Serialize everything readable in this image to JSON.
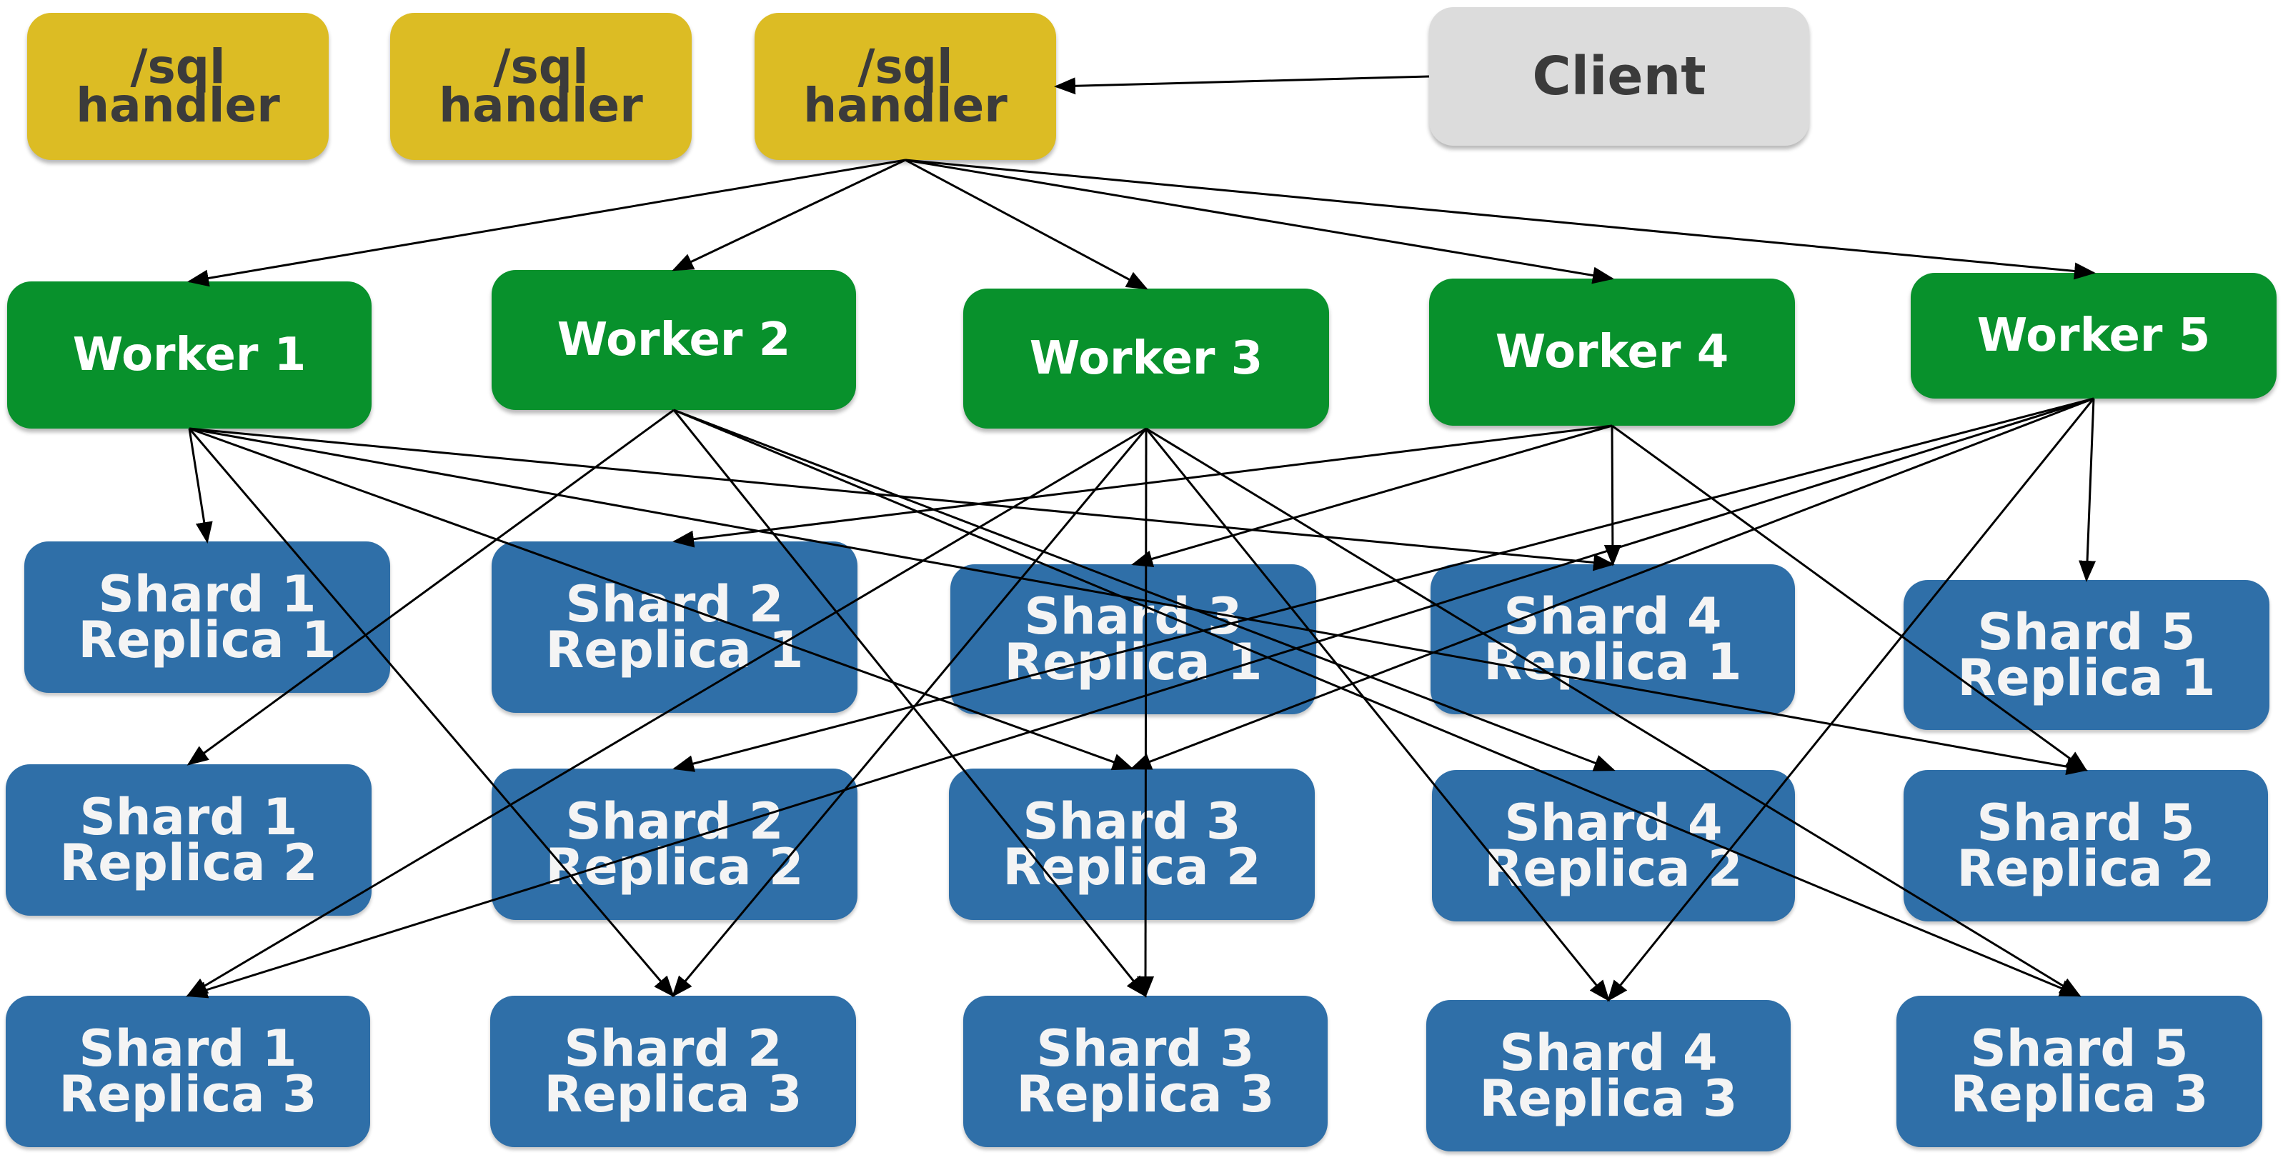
{
  "handlers": [
    {
      "id": "h1",
      "label": "/sql\nhandler"
    },
    {
      "id": "h2",
      "label": "/sql\nhandler"
    },
    {
      "id": "h3",
      "label": "/sql\nhandler"
    }
  ],
  "client": {
    "id": "client",
    "label": "Client"
  },
  "workers": [
    {
      "id": "w1",
      "label": "Worker 1"
    },
    {
      "id": "w2",
      "label": "Worker 2"
    },
    {
      "id": "w3",
      "label": "Worker 3"
    },
    {
      "id": "w4",
      "label": "Worker 4"
    },
    {
      "id": "w5",
      "label": "Worker 5"
    }
  ],
  "shards": [
    {
      "id": "s1r1",
      "label": "Shard 1\nReplica 1"
    },
    {
      "id": "s2r1",
      "label": "Shard 2\nReplica 1"
    },
    {
      "id": "s3r1",
      "label": "Shard 3\nReplica 1"
    },
    {
      "id": "s4r1",
      "label": "Shard 4\nReplica 1"
    },
    {
      "id": "s5r1",
      "label": "Shard 5\nReplica 1"
    },
    {
      "id": "s1r2",
      "label": "Shard 1\nReplica 2"
    },
    {
      "id": "s2r2",
      "label": "Shard 2\nReplica 2"
    },
    {
      "id": "s3r2",
      "label": "Shard 3\nReplica 2"
    },
    {
      "id": "s4r2",
      "label": "Shard 4\nReplica 2"
    },
    {
      "id": "s5r2",
      "label": "Shard 5\nReplica 2"
    },
    {
      "id": "s1r3",
      "label": "Shard 1\nReplica 3"
    },
    {
      "id": "s2r3",
      "label": "Shard 2\nReplica 3"
    },
    {
      "id": "s3r3",
      "label": "Shard 3\nReplica 3"
    },
    {
      "id": "s4r3",
      "label": "Shard 4\nReplica 3"
    },
    {
      "id": "s5r3",
      "label": "Shard 5\nReplica 3"
    }
  ],
  "edges": [
    {
      "from": "client",
      "to": "h3"
    },
    {
      "from": "h3",
      "to": "w1"
    },
    {
      "from": "h3",
      "to": "w2"
    },
    {
      "from": "h3",
      "to": "w3"
    },
    {
      "from": "h3",
      "to": "w4"
    },
    {
      "from": "h3",
      "to": "w5"
    },
    {
      "from": "w1",
      "to": "s1r1"
    },
    {
      "from": "w1",
      "to": "s2r3"
    },
    {
      "from": "w1",
      "to": "s3r2"
    },
    {
      "from": "w1",
      "to": "s4r1"
    },
    {
      "from": "w1",
      "to": "s5r2"
    },
    {
      "from": "w2",
      "to": "s1r2"
    },
    {
      "from": "w2",
      "to": "s3r3"
    },
    {
      "from": "w2",
      "to": "s4r2"
    },
    {
      "from": "w2",
      "to": "s5r3"
    },
    {
      "from": "w3",
      "to": "s1r3"
    },
    {
      "from": "w3",
      "to": "s2r3"
    },
    {
      "from": "w3",
      "to": "s3r3"
    },
    {
      "from": "w3",
      "to": "s4r3"
    },
    {
      "from": "w3",
      "to": "s5r3"
    },
    {
      "from": "w4",
      "to": "s2r1"
    },
    {
      "from": "w4",
      "to": "s3r1"
    },
    {
      "from": "w4",
      "to": "s4r1"
    },
    {
      "from": "w4",
      "to": "s5r2"
    },
    {
      "from": "w5",
      "to": "s5r1"
    },
    {
      "from": "w5",
      "to": "s4r3"
    },
    {
      "from": "w5",
      "to": "s3r2"
    },
    {
      "from": "w5",
      "to": "s2r2"
    },
    {
      "from": "w5",
      "to": "s1r3"
    }
  ]
}
